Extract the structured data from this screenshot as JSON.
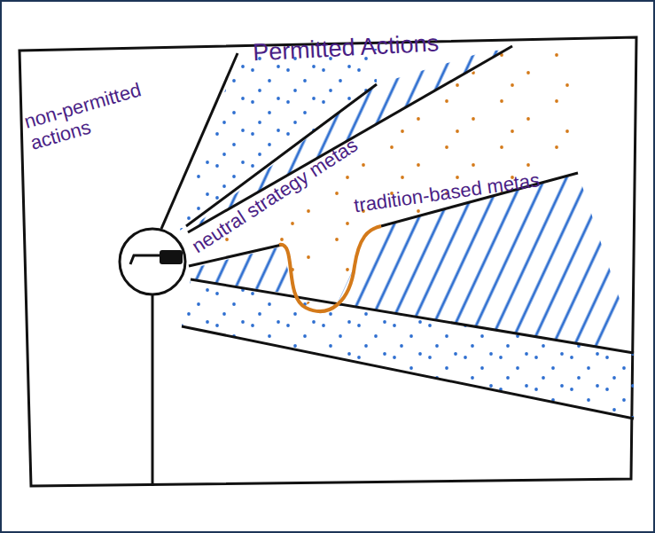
{
  "diagram": {
    "labels": [
      "non-permitted actions",
      "Permitted Actions",
      "neutral strategy metas",
      "tradition-based metas"
    ]
  }
}
